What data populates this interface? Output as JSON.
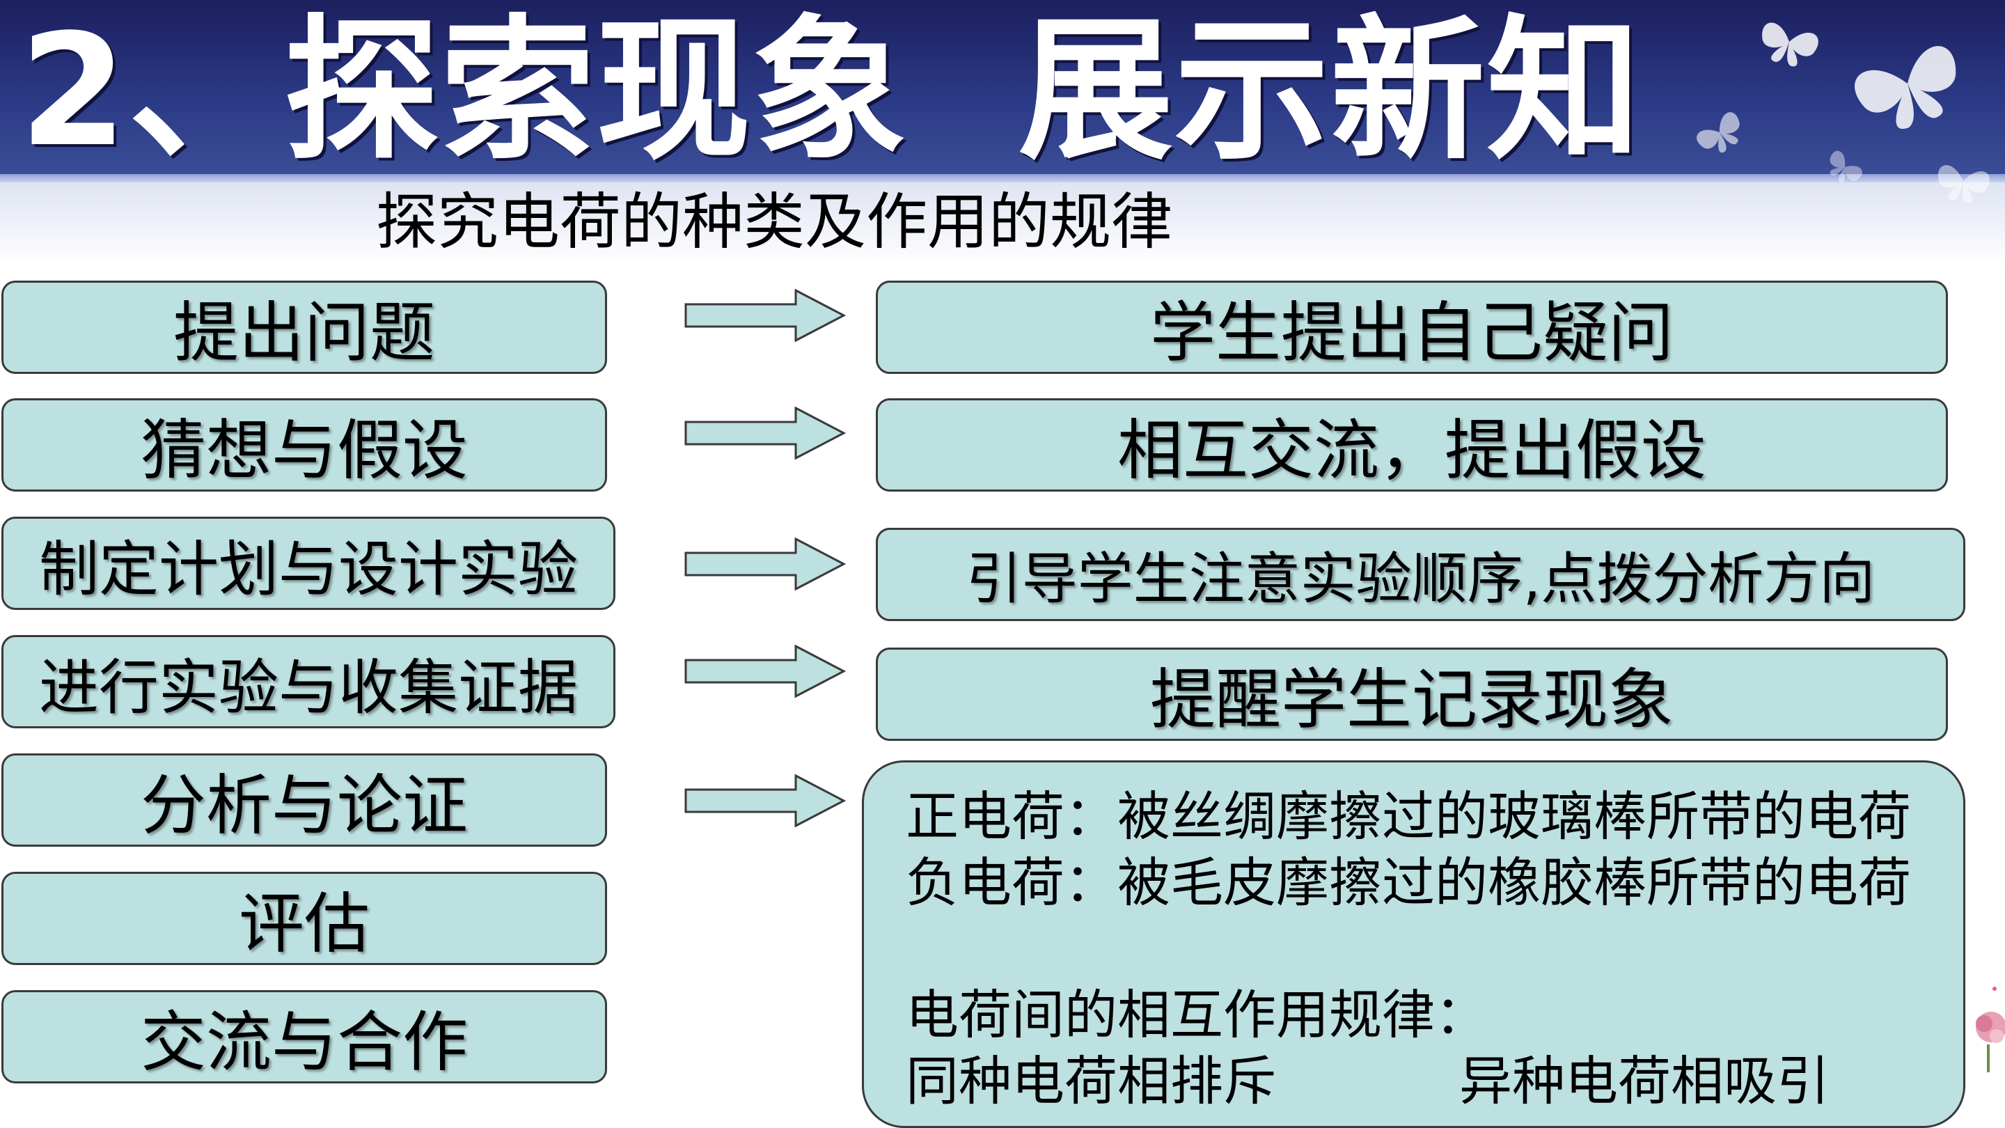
{
  "slide": {
    "title": "2、探索现象  展示新知",
    "subtitle": "探究电荷的种类及作用的规律"
  },
  "steps": [
    "提出问题",
    "猜想与假设",
    "制定计划与设计实验",
    "进行实验与收集证据",
    "分析与论证",
    "评估",
    "交流与合作"
  ],
  "responses": [
    "学生提出自己疑问",
    "相互交流，提出假设",
    "引导学生注意实验顺序,点拨分析方向",
    "提醒学生记录现象"
  ],
  "conclusion": {
    "positive": "正电荷：被丝绸摩擦过的玻璃棒所带的电荷",
    "negative": "负电荷：被毛皮摩擦过的橡胶棒所带的电荷",
    "rule_heading": "电荷间的相互作用规律：",
    "same_charges": "同种电荷相排斥",
    "opposite_charges": "异种电荷相吸引"
  },
  "colors": {
    "banner": "#2b3a86",
    "box_fill": "#bde0e1",
    "box_border": "#3a3a3a",
    "title_text": "#ffffff"
  },
  "icons": [
    "right-arrow-icon",
    "butterfly-icon",
    "flower-icon"
  ]
}
